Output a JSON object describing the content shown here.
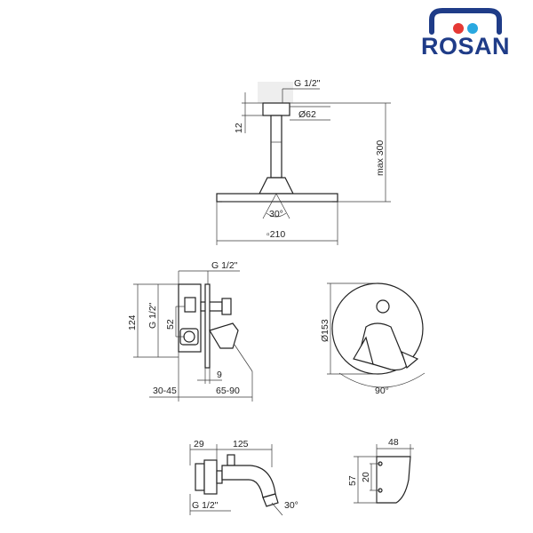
{
  "brand": {
    "name": "ROSAN",
    "colors": {
      "blue": "#1f3c88",
      "red": "#e53935",
      "cyan": "#29a8e0"
    }
  },
  "shower_head": {
    "thread": "G 1/2\"",
    "flange_diameter": "Ø62",
    "flange_height": "12",
    "max_height": "max 300",
    "tilt_angle": "30°",
    "head_size": "▫210"
  },
  "mixer": {
    "thread": "G 1/2\"",
    "side_thread": "G 1/2\"",
    "height": "124",
    "inner_height": "52",
    "offset": "9",
    "depth_range": "30-45",
    "handle_range": "65-90",
    "plate_diameter": "Ø153",
    "rotation": "90°"
  },
  "spout": {
    "length_a": "29",
    "length_b": "125",
    "thread": "G 1/2\"",
    "angle": "30°"
  },
  "holder": {
    "width": "48",
    "height": "57",
    "spacing": "20"
  }
}
